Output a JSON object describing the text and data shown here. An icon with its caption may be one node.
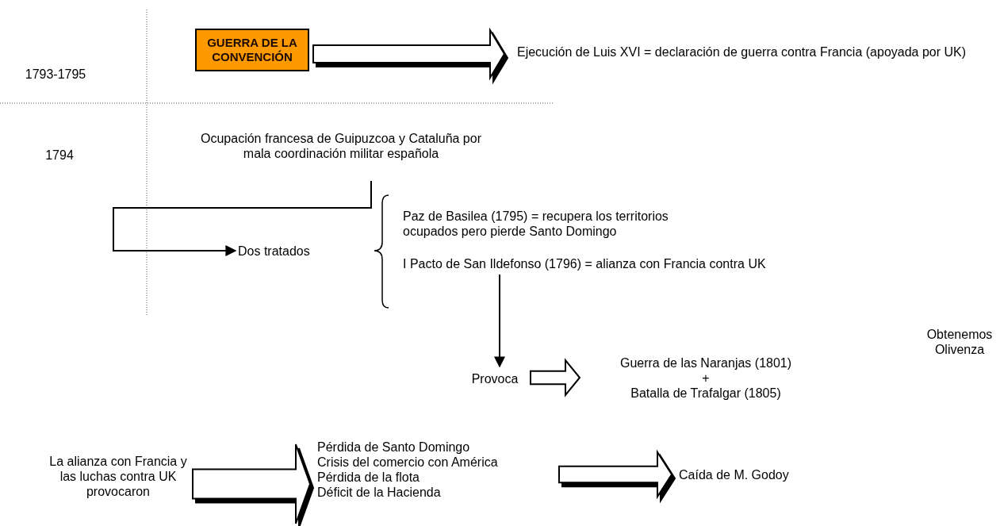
{
  "diagram": {
    "nodes": [
      {
        "text": [
          "GUERRA DE LA CONVENCIÓN"
        ]
      },
      {
        "text": [
          "Ejecución de Luis XVI = declaración de guerra contra Francia (apoyada por UK)"
        ]
      },
      {
        "text": [
          "Ocupación francesa de Guipuzcoa y Cataluña por mala coordinación militar española"
        ]
      },
      {
        "text": [
          "Dos tratados"
        ]
      },
      {
        "text": [
          "Paz de Basilea (1795) = recupera los territorios ocupados pero pierde Santo Domingo"
        ]
      },
      {
        "text": [
          "I Pacto de San Ildefonso (1796) = alianza con Francia contra UK"
        ]
      },
      {
        "text": [
          "Provoca"
        ]
      },
      {
        "text": [
          "Guerra de las Naranjas (1801)",
          "+",
          "Batalla de Trafalgar (1805)"
        ]
      },
      {
        "text": [
          "La alianza con Francia y las luchas contra UK provocaron"
        ]
      },
      {
        "text": [
          "Pérdida de Santo Domingo",
          "Crisis del comercio con América",
          "Pérdida de la flota",
          "Déficit de la Hacienda"
        ]
      },
      {
        "text": [
          "Caída de M. Godoy"
        ]
      }
    ],
    "edges": [
      {
        "from": 0,
        "to": 1,
        "arrow": "to",
        "style": "thick"
      },
      {
        "from": 2,
        "to": 3,
        "arrow": "to"
      },
      {
        "from": 5,
        "to": 6,
        "arrow": "to"
      },
      {
        "from": 6,
        "to": 7,
        "arrow": "to",
        "style": "thick"
      },
      {
        "from": 8,
        "to": 9,
        "arrow": "to",
        "style": "thick"
      },
      {
        "from": 9,
        "to": 10,
        "arrow": "to",
        "style": "thick"
      }
    ],
    "labels": [
      "1793-1795",
      "1794",
      "Obtenemos Olivenza"
    ]
  }
}
